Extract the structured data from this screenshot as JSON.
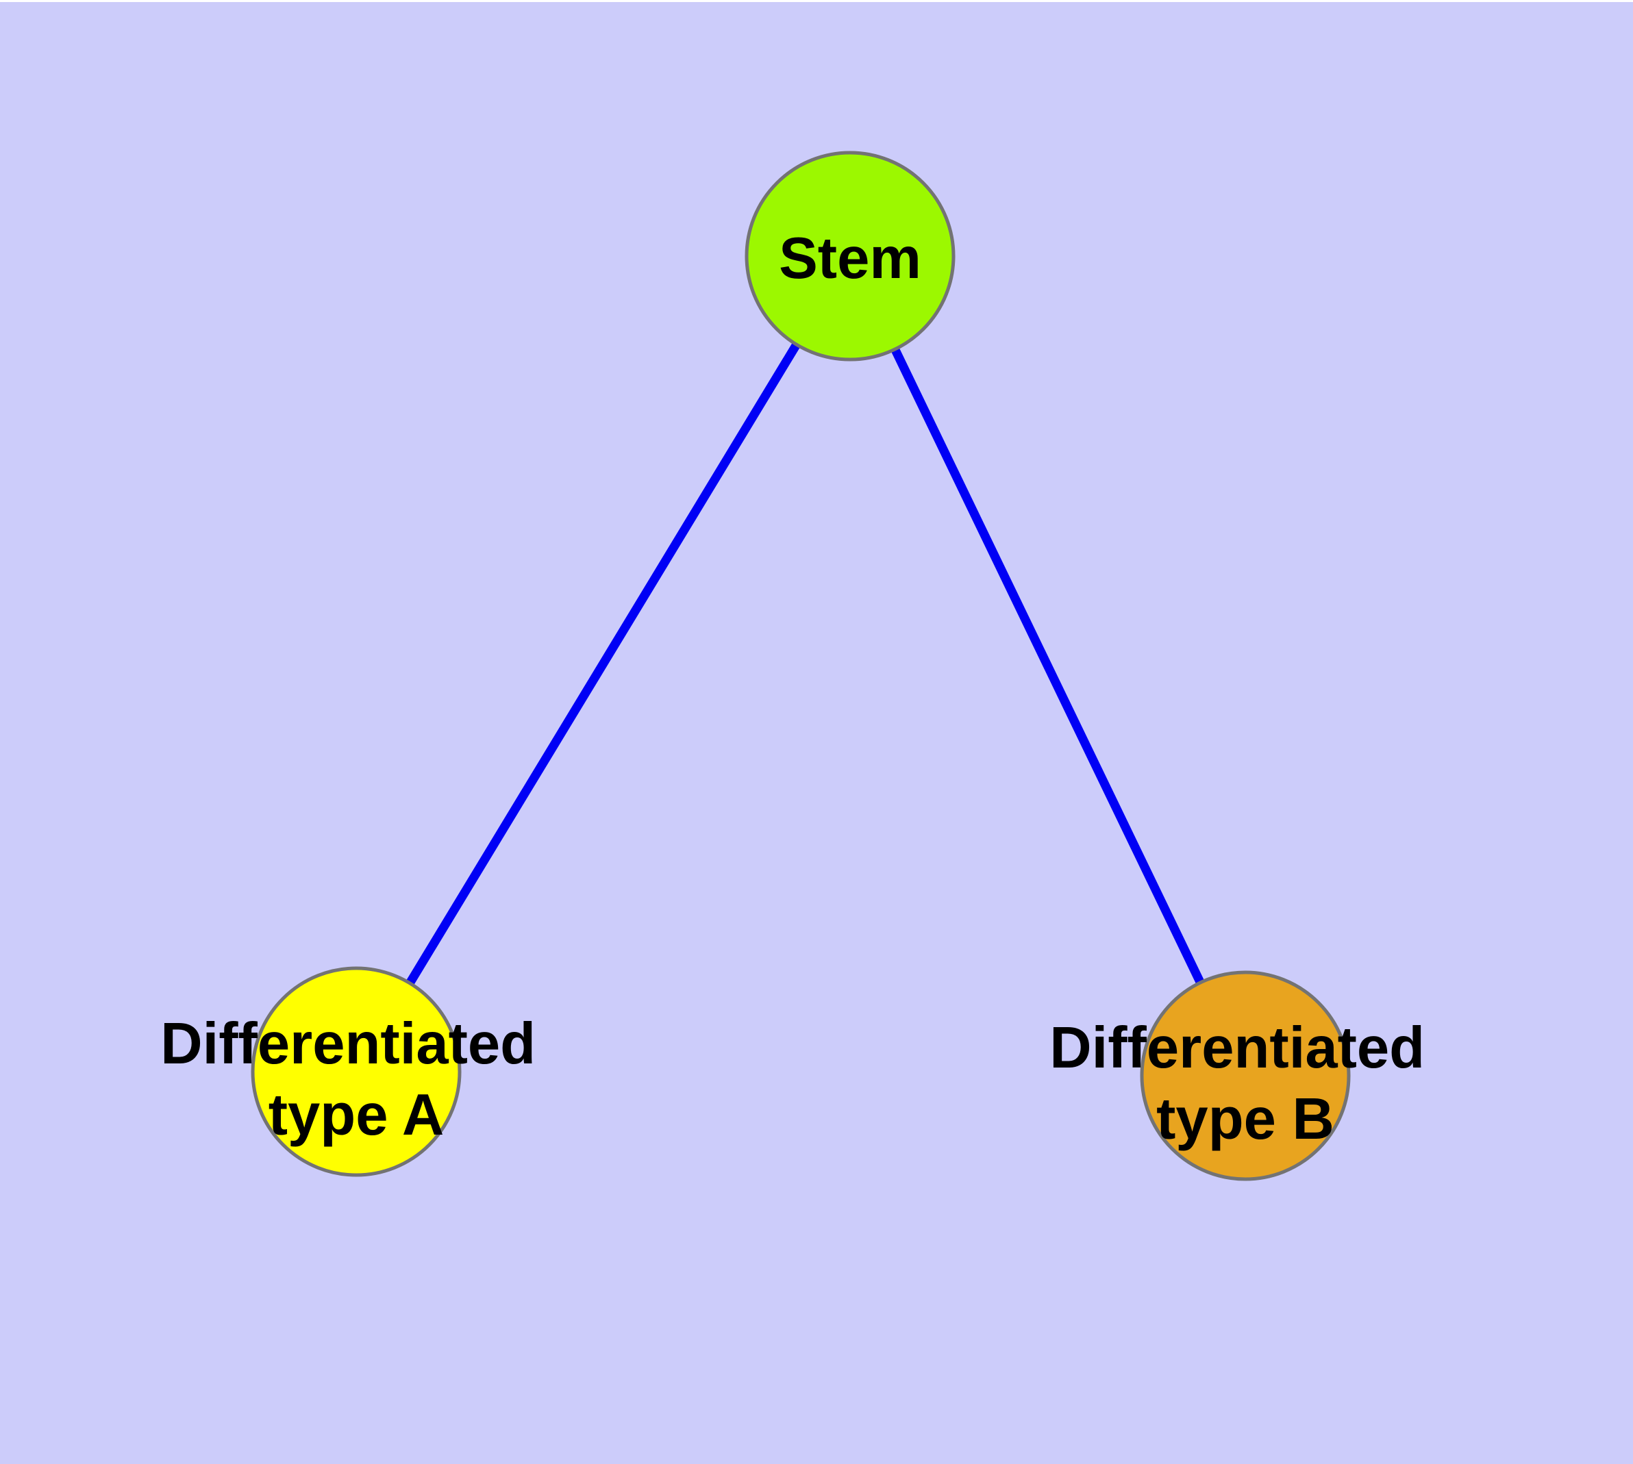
{
  "diagram": {
    "background_color": "#CCCCFA",
    "top_margin_color": "#FFFFFF",
    "edge_color": "#0000F5",
    "node_border_color": "#737373",
    "text_color": "#000000",
    "nodes": [
      {
        "id": "stem",
        "label": "Stem",
        "fill": "#9CF800"
      },
      {
        "id": "differentiated-type-a",
        "label_line1": "Differentiated",
        "label_line2": "type A",
        "fill": "#FFFF00"
      },
      {
        "id": "differentiated-type-b",
        "label_line1": "Differentiated",
        "label_line2": "type B",
        "fill": "#E8A41F"
      }
    ],
    "edges": [
      {
        "from": "stem",
        "to": "differentiated-type-a"
      },
      {
        "from": "stem",
        "to": "differentiated-type-b"
      }
    ]
  }
}
